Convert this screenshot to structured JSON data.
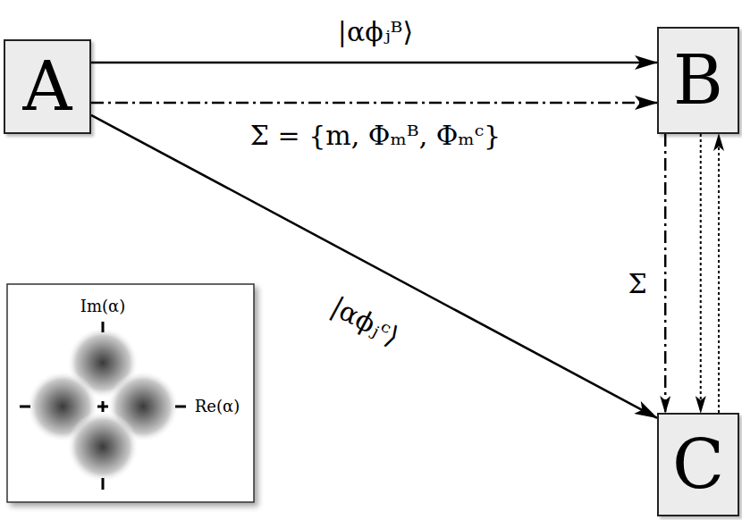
{
  "diagram": {
    "nodes": [
      {
        "text": [
          "A"
        ]
      },
      {
        "text": [
          "B"
        ]
      },
      {
        "text": [
          "C"
        ]
      }
    ],
    "edges": [
      {
        "from": 0,
        "to": 1,
        "arrow": "to",
        "label": "|αϕⱼᴮ⟩"
      },
      {
        "from": 0,
        "to": 1,
        "arrow": "to",
        "label": "Σ = {m, Φₘᴮ, Φₘᶜ}"
      },
      {
        "from": 0,
        "to": 2,
        "arrow": "to",
        "label": "|αϕⱼᶜ⟩"
      },
      {
        "from": 1,
        "to": 2,
        "arrow": "to",
        "label": "Σ"
      },
      {
        "from": 1,
        "to": 2,
        "arrow": "to"
      },
      {
        "from": 2,
        "to": 1,
        "arrow": "to"
      }
    ],
    "labels": [
      "Im(α)",
      "Re(α)"
    ]
  }
}
